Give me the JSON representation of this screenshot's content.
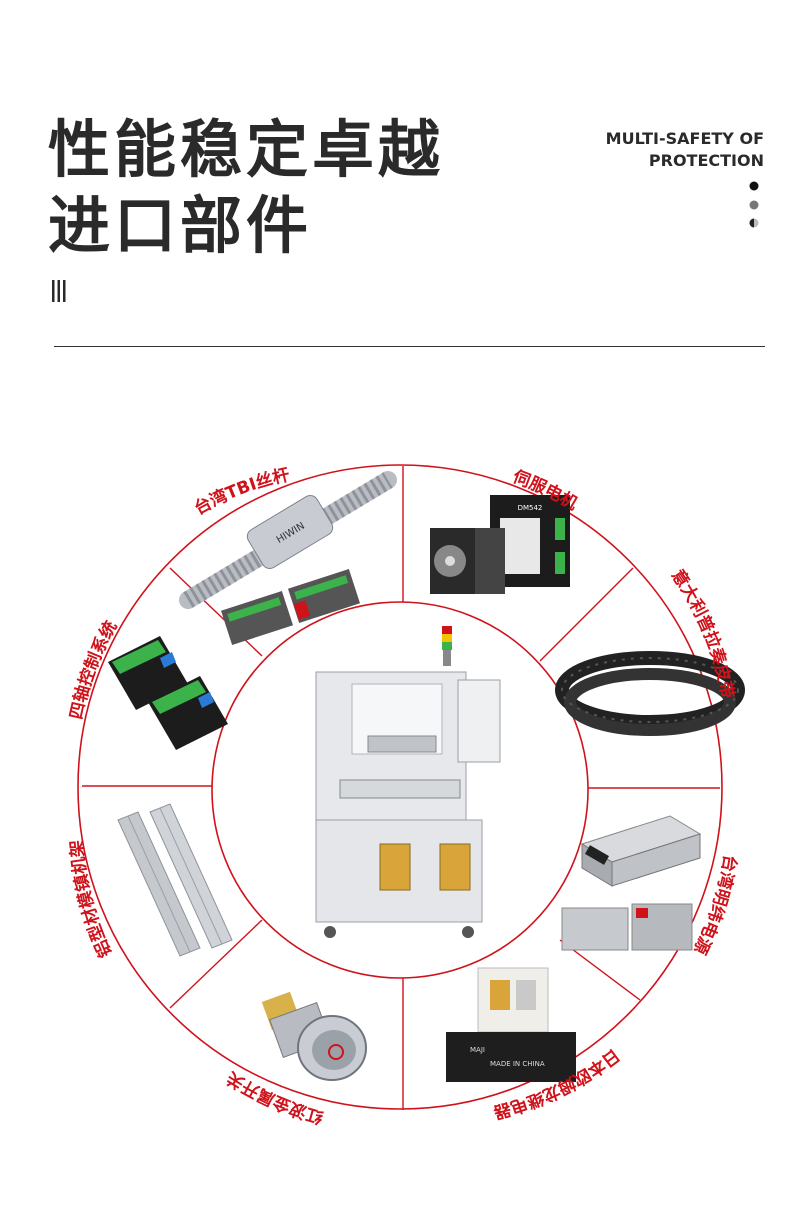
{
  "heading": {
    "line1": "性能稳定卓越",
    "line2": "进口部件"
  },
  "subtitle_en": {
    "line1": "MULTI-SAFETY OF",
    "line2": "PROTECTION"
  },
  "colors": {
    "accent": "#d0121b",
    "text": "#2a2a2a",
    "rule": "#333333"
  },
  "components": [
    {
      "label": "台湾TBI丝杆",
      "icon": "ball-screw-icon"
    },
    {
      "label": "伺服电机",
      "icon": "servo-motor-icon"
    },
    {
      "label": "意大利普拉奏皮带",
      "icon": "timing-belt-icon"
    },
    {
      "label": "台湾明纬电源",
      "icon": "power-supply-icon"
    },
    {
      "label": "日本欧姆龙继电器",
      "icon": "relay-icon"
    },
    {
      "label": "红波金属开关",
      "icon": "metal-switch-icon"
    },
    {
      "label": "铝型材模镇机架",
      "icon": "aluminum-profile-icon"
    },
    {
      "label": "四轴控制系统",
      "icon": "control-board-icon"
    }
  ],
  "center": {
    "icon": "dispensing-machine-icon"
  },
  "device_text": {
    "driver_model": "DM542",
    "relay_brand": "MAJI",
    "relay_origin": "MADE IN CHINA"
  }
}
